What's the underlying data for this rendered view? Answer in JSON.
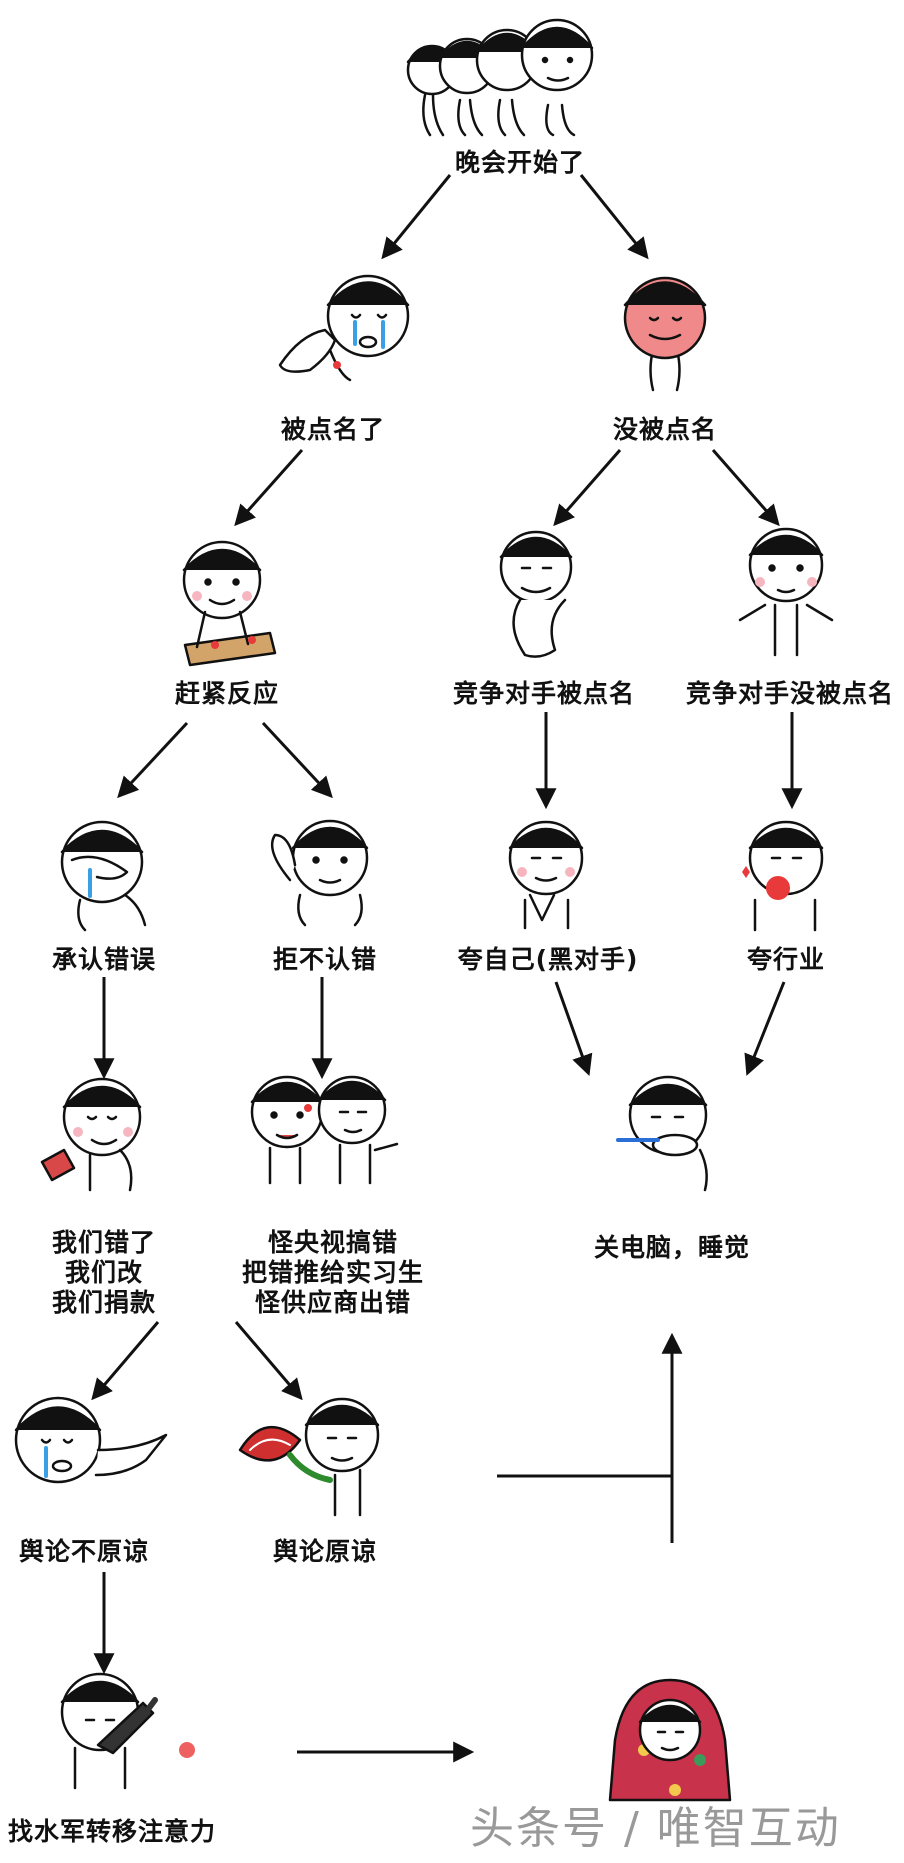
{
  "nodes": {
    "start": "晚会开始了",
    "called": "被点名了",
    "not_called": "没被点名",
    "react": "赶紧反应",
    "rival_called": "竞争对手被点名",
    "rival_not_called": "竞争对手没被点名",
    "admit": "承认错误",
    "deny": "拒不认错",
    "praise_self": "夸自己(黑对手)",
    "praise_industry": "夸行业",
    "admit_result": [
      "我们错了",
      "我们改",
      "我们捐款"
    ],
    "deny_result": [
      "怪央视搞错",
      "把错推给实习生",
      "怪供应商出错"
    ],
    "sleep": "关电脑，睡觉",
    "not_forgiven": "舆论不原谅",
    "forgiven": "舆论原谅",
    "water_army": "找水军转移注意力"
  },
  "watermark": "头条号 / 唯智互动",
  "colors": {
    "arrow": "#111111",
    "tear": "#3aa0e6",
    "blush": "#f6b6bf",
    "red_face": "#f08a8a"
  }
}
